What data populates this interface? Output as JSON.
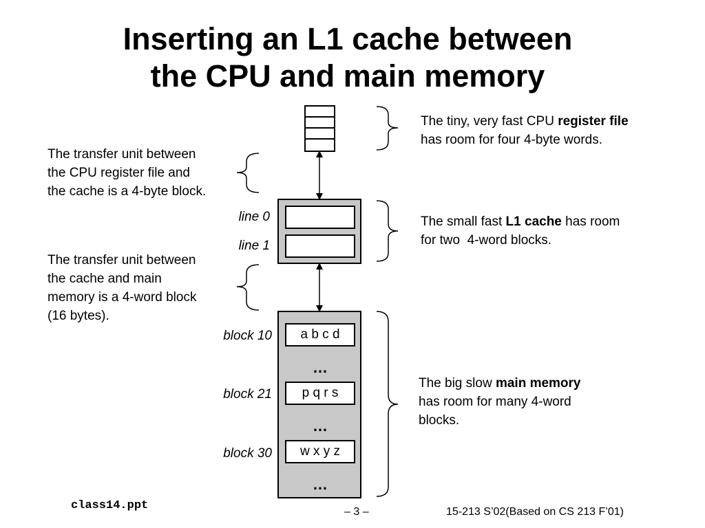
{
  "slide": {
    "title_line1": "Inserting an L1 cache between",
    "title_line2": "the CPU and main memory"
  },
  "register_file": {
    "desc_pre": "The tiny, very fast CPU ",
    "desc_bold": "register file",
    "desc_line2": "has room for four 4-byte words."
  },
  "l1_cache": {
    "line0_label": "line 0",
    "line1_label": "line 1",
    "desc_pre": "The small fast ",
    "desc_bold": "L1 cache",
    "desc_post": " has room",
    "desc_line2": "for two  4-word blocks."
  },
  "transfer_cpu_cache": {
    "line1": "The transfer unit between",
    "line2": "the CPU register file and",
    "line3": "the cache is a 4-byte block."
  },
  "transfer_cache_memory": {
    "line1": "The transfer unit between",
    "line2": "the cache and main",
    "line3": "memory is a 4-word block",
    "line4": "(16 bytes)."
  },
  "main_memory": {
    "blocks": [
      {
        "label": "block 10",
        "content": "a b c d"
      },
      {
        "label": "block 21",
        "content": "p q r s"
      },
      {
        "label": "block 30",
        "content": "w x y z"
      }
    ],
    "ellipsis": "…",
    "desc_pre": "The big slow ",
    "desc_bold": "main memory",
    "desc_line2": "has room for many 4-word",
    "desc_line3": "blocks."
  },
  "footer": {
    "file": "class14.ppt",
    "page": "– 3 –",
    "course": "15-213 S’02(Based on CS 213 F’01)"
  }
}
